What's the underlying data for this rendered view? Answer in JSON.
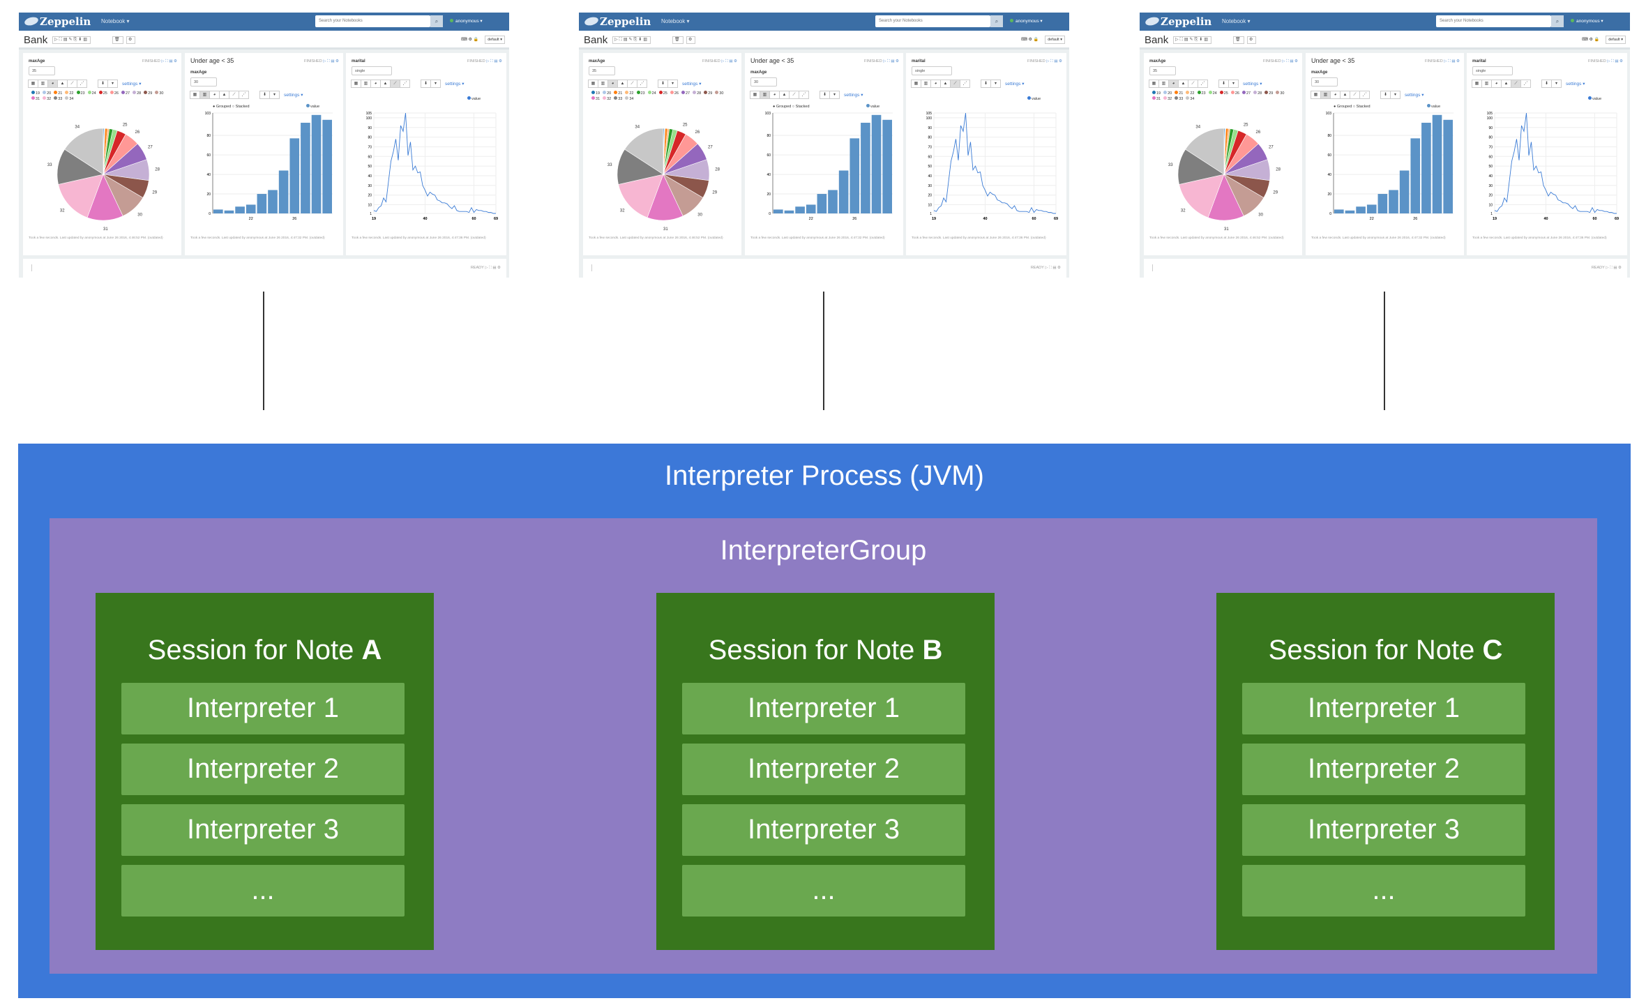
{
  "diagram": {
    "process_title": "Interpreter Process (JVM)",
    "group_title": "InterpreterGroup",
    "sessions": [
      {
        "prefix": "Session for Note ",
        "note": "A",
        "interpreters": [
          "Interpreter 1",
          "Interpreter 2",
          "Interpreter 3",
          "..."
        ]
      },
      {
        "prefix": "Session for Note ",
        "note": "B",
        "interpreters": [
          "Interpreter 1",
          "Interpreter 2",
          "Interpreter 3",
          "..."
        ]
      },
      {
        "prefix": "Session for Note ",
        "note": "C",
        "interpreters": [
          "Interpreter 1",
          "Interpreter 2",
          "Interpreter 3",
          "..."
        ]
      }
    ],
    "colors": {
      "process": "#3c78d8",
      "group": "#8e7cc3",
      "session": "#38761d",
      "interpreter": "#6aa84f"
    }
  },
  "notebook": {
    "brand": "Zeppelin",
    "nav_menu": "Notebook ▾",
    "search_placeholder": "Search your Notebooks",
    "user": "anonymous ▾",
    "title": "Bank",
    "interpreter_binding": "default ▾",
    "status_finished": "FINISHED",
    "status_ready": "READY",
    "settings_label": "settings ▾",
    "paragraphs": [
      {
        "form_label": "maxAge",
        "form_value": "35",
        "footer": "Took a few seconds. Last updated by anonymous at June 26 2016, 4:46:52 PM. (outdated)",
        "chart": {
          "type": "pie",
          "categories": [
            "19",
            "20",
            "21",
            "22",
            "23",
            "24",
            "25",
            "26",
            "27",
            "28",
            "29",
            "30",
            "31",
            "32",
            "33",
            "34"
          ],
          "values": [
            0.3,
            0.3,
            0.8,
            0.6,
            1.2,
            1.5,
            3,
            5,
            6,
            7,
            6,
            9,
            12,
            15,
            12,
            15
          ],
          "colors": [
            "#1f77b4",
            "#aec7e8",
            "#ff7f0e",
            "#ffbb78",
            "#2ca02c",
            "#98df8a",
            "#d62728",
            "#ff9896",
            "#9467bd",
            "#c5b0d5",
            "#8c564b",
            "#c49c94",
            "#e377c2",
            "#f7b6d2",
            "#7f7f7f",
            "#c7c7c7"
          ]
        }
      },
      {
        "title": "Under age < 35",
        "form_label": "maxAge",
        "form_value": "30",
        "grouped": "Grouped",
        "stacked": "Stacked",
        "legend": "value",
        "footer": "Took a few seconds. Last updated by anonymous at June 26 2016, 4:47:32 PM. (outdated)",
        "chart": {
          "type": "bar",
          "categories": [
            "19",
            "20",
            "21",
            "22",
            "23",
            "24",
            "25",
            "26",
            "27",
            "28",
            "29"
          ],
          "values": [
            4,
            3,
            7,
            9,
            20,
            24,
            44,
            77,
            93,
            101,
            96
          ],
          "xticks": [
            "22",
            "26"
          ],
          "yticks": [
            0,
            20,
            40,
            60,
            80,
            103
          ],
          "ylim": [
            0,
            103
          ],
          "color": "#5b93c7"
        }
      },
      {
        "form_label": "marital",
        "form_value": "single",
        "legend": "value",
        "footer": "Took a few seconds. Last updated by anonymous at June 26 2016, 4:47:36 PM. (outdated)",
        "chart": {
          "type": "line",
          "x": [
            19,
            20,
            21,
            22,
            23,
            24,
            25,
            26,
            27,
            28,
            29,
            30,
            31,
            32,
            33,
            34,
            35,
            36,
            37,
            38,
            39,
            40,
            41,
            42,
            43,
            44,
            45,
            46,
            47,
            48,
            49,
            50,
            51,
            52,
            53,
            54,
            55,
            56,
            57,
            58,
            59,
            60,
            61,
            62,
            63,
            64,
            65,
            66,
            67,
            68,
            69
          ],
          "y": [
            4,
            3,
            7,
            9,
            17,
            13,
            34,
            55,
            65,
            78,
            56,
            92,
            86,
            105,
            61,
            75,
            46,
            50,
            43,
            44,
            30,
            25,
            19,
            23,
            21,
            20,
            15,
            14,
            12,
            12,
            11,
            8,
            6,
            9,
            4,
            3,
            3,
            3,
            3,
            2,
            7,
            2,
            5,
            4,
            4,
            3,
            3,
            2,
            2,
            1,
            1
          ],
          "xticks": [
            19,
            40,
            60,
            69
          ],
          "yticks": [
            1,
            10,
            20,
            30,
            40,
            50,
            60,
            70,
            80,
            90,
            100,
            105
          ],
          "xlim": [
            19,
            69
          ],
          "ylim": [
            1,
            105
          ],
          "color": "#3a7bd5"
        }
      }
    ]
  }
}
